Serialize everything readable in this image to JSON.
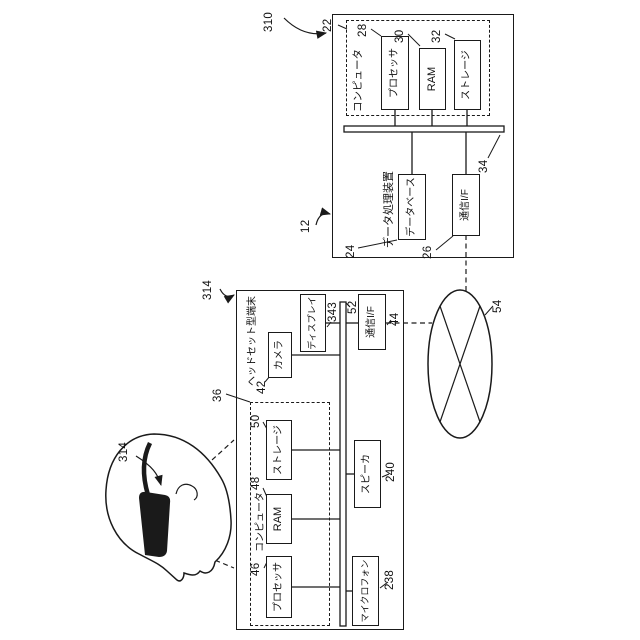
{
  "server": {
    "refs": {
      "overview": "310",
      "device": "12"
    },
    "title": "データ処理装置",
    "computer": {
      "label": "コンピュータ",
      "ref": "22"
    },
    "processor": {
      "label": "プロセッサ",
      "ref": "28"
    },
    "ram": {
      "label": "RAM",
      "ref": "30"
    },
    "storage": {
      "label": "ストレージ",
      "ref": "32"
    },
    "database": {
      "label": "データベース",
      "ref": "24"
    },
    "comm_if": {
      "label": "通信I/F",
      "ref": "26"
    },
    "bus": {
      "ref": "34"
    }
  },
  "headset": {
    "ref": "314",
    "title": "ヘッドセット型端末",
    "computer": {
      "label": "コンピュータ",
      "ref": "36"
    },
    "processor": {
      "label": "プロセッサ",
      "ref": "46"
    },
    "ram": {
      "label": "RAM",
      "ref": "48"
    },
    "storage": {
      "label": "ストレージ",
      "ref": "50"
    },
    "camera": {
      "label": "カメラ",
      "ref": "42"
    },
    "display": {
      "label": "ディスプレイ",
      "ref": "343"
    },
    "comm_if": {
      "label": "通信I/F",
      "ref": "44"
    },
    "bus": {
      "ref": "52"
    },
    "speaker": {
      "label": "スピーカ",
      "ref": "240"
    },
    "microphone": {
      "label": "マイクロフォン",
      "ref": "238"
    }
  },
  "network": {
    "ref": "54"
  },
  "person": {
    "headset_ref": "314"
  },
  "colors": {
    "line": "#1a1a1a",
    "background": "#ffffff"
  }
}
